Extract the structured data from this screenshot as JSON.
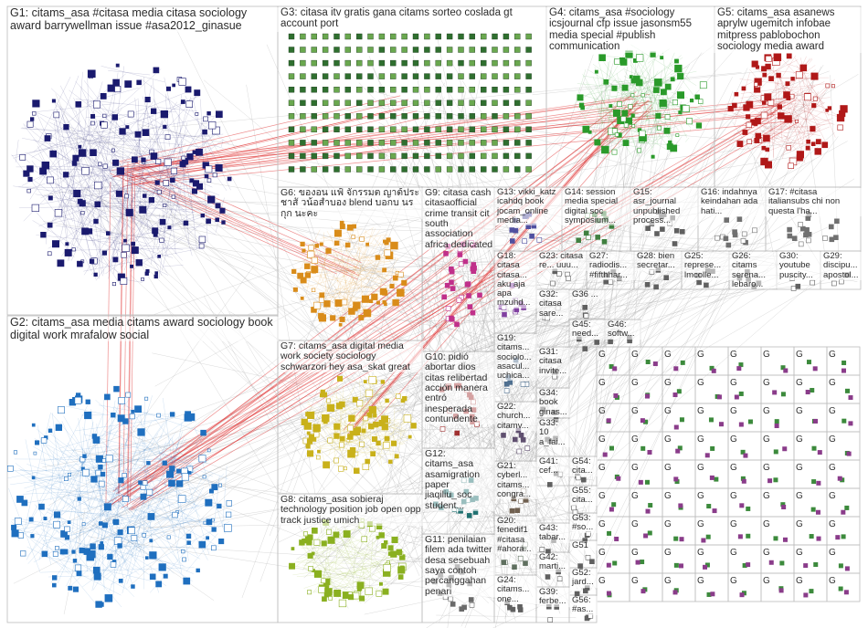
{
  "groups": [
    {
      "id": "G1",
      "label": "G1: citams_asa #citasa media citasa sociology award barrywellman issue #asa2012_ginasue",
      "color": "#1a1a6e"
    },
    {
      "id": "G2",
      "label": "G2: citams_asa media citams award sociology book digital work mrafalow social",
      "color": "#1f6fbf"
    },
    {
      "id": "G3",
      "label": "G3: citasa itv gratis gana citams sorteo coslada gt account port",
      "color": "#2f6f2f"
    },
    {
      "id": "G4",
      "label": "G4: citams_asa #sociology icsjournal cfp issue jasonsm55 media special #publish communication",
      "color": "#2a9a2a"
    },
    {
      "id": "G5",
      "label": "G5: citams_asa asanews aprylw ugemitch infobae mitpress pablobochon sociology media award",
      "color": "#b01818"
    },
    {
      "id": "G6",
      "label": "G6: ของอน แฟ้ จักรรมต ญาต้ประชาสั วน้อสำบอง blend บอกบ นร กุก นะคะ",
      "color": "#d98c1a"
    },
    {
      "id": "G7",
      "label": "G7: citams_asa digital media work society sociology schwarzori hey asa_skat great",
      "color": "#c9b11a"
    },
    {
      "id": "G8",
      "label": "G8: citams_asa sobieraj technology position job open opp track justice umich",
      "color": "#8ab020"
    },
    {
      "id": "G9",
      "label": "G9: citasa cash citasaofficial crime transit cit south association africa dedicated",
      "color": "#c0308a"
    },
    {
      "id": "G10",
      "label": "G10: pidió abortar dios citas relibertad acción manera entró inesperada contundente",
      "color": "#a03030"
    },
    {
      "id": "G11",
      "label": "G11: penilaian filem ada twitter desa sesebuah saya contoh percanggahan penari",
      "color": "#6a6a6a"
    },
    {
      "id": "G12",
      "label": "G12: citams_asa asamigration paper jiaqiliu_soc student...",
      "color": "#207070"
    },
    {
      "id": "G13",
      "label": "G13: vikki_katz icahdq book jocam_online media...",
      "color": "#5050a0"
    },
    {
      "id": "G14",
      "label": "G14: session media special digital soc symposium...",
      "color": "#408040"
    },
    {
      "id": "G15",
      "label": "G15: asr_journal unpublished process...",
      "color": "#606060"
    },
    {
      "id": "G16",
      "label": "G16: indahnya keindahan ada hati...",
      "color": "#707070"
    },
    {
      "id": "G17",
      "label": "G17: #citasa italiansubs chi non questa l'ha...",
      "color": "#707070"
    },
    {
      "id": "G18",
      "label": "G18: citasa citasa... aku aja apa mzuhd...",
      "color": "#8040a0"
    },
    {
      "id": "G19",
      "label": "G19: citams... sociolo... asacul... uchica...",
      "color": "#507090"
    },
    {
      "id": "G20",
      "label": "G20: fenedif1 #citasa #ahora...",
      "color": "#607060"
    },
    {
      "id": "G21",
      "label": "G21: cyberl... citams... congra...",
      "color": "#706050"
    },
    {
      "id": "G22",
      "label": "G22: church... citamv...",
      "color": "#605070"
    },
    {
      "id": "G23",
      "label": "G23: citasa re... uuu...",
      "color": "#606060"
    },
    {
      "id": "G24",
      "label": "G24: citams... one...",
      "color": "#606060"
    },
    {
      "id": "G25",
      "label": "G25: represe... lmcolle...",
      "color": "#606060"
    },
    {
      "id": "G26",
      "label": "G26: citams serena... lebaro...",
      "color": "#606060"
    },
    {
      "id": "G27",
      "label": "G27: radiodis... #fifthhar...",
      "color": "#606060"
    },
    {
      "id": "G28",
      "label": "G28: bien secretar...",
      "color": "#606060"
    },
    {
      "id": "G29",
      "label": "G29: discipu... apostol...",
      "color": "#606060"
    },
    {
      "id": "G30",
      "label": "G30: youtube puscity...",
      "color": "#606060"
    },
    {
      "id": "G31",
      "label": "G31: citasa invite...",
      "color": "#606060"
    },
    {
      "id": "G32",
      "label": "G32: citasa sare...",
      "color": "#606060"
    },
    {
      "id": "G33",
      "label": "G33: 10 a_fai...",
      "color": "#606060"
    },
    {
      "id": "G34",
      "label": "G34: book ginas...",
      "color": "#606060"
    },
    {
      "id": "G36",
      "label": "G36 ...",
      "color": "#606060"
    },
    {
      "id": "G39",
      "label": "G39: ferbe...",
      "color": "#606060"
    },
    {
      "id": "G41",
      "label": "G41: cef...",
      "color": "#606060"
    },
    {
      "id": "G42",
      "label": "G42: marti...",
      "color": "#606060"
    },
    {
      "id": "G43",
      "label": "G43: tabar...",
      "color": "#606060"
    },
    {
      "id": "G45",
      "label": "G45: need...",
      "color": "#606060"
    },
    {
      "id": "G46",
      "label": "G46: softw...",
      "color": "#606060"
    },
    {
      "id": "G51",
      "label": "G51",
      "color": "#606060"
    },
    {
      "id": "G52",
      "label": "G52: jard...",
      "color": "#606060"
    },
    {
      "id": "G53",
      "label": "G53: #so...",
      "color": "#606060"
    },
    {
      "id": "G54",
      "label": "G54: cita...",
      "color": "#606060"
    },
    {
      "id": "G55",
      "label": "G55: cita...",
      "color": "#606060"
    },
    {
      "id": "G56",
      "label": "G56: #as...",
      "color": "#606060"
    }
  ],
  "misc": {
    "small_group_prefix": "G",
    "red_edge_color": "#e03030",
    "edge_color": "#9a9a9a"
  }
}
